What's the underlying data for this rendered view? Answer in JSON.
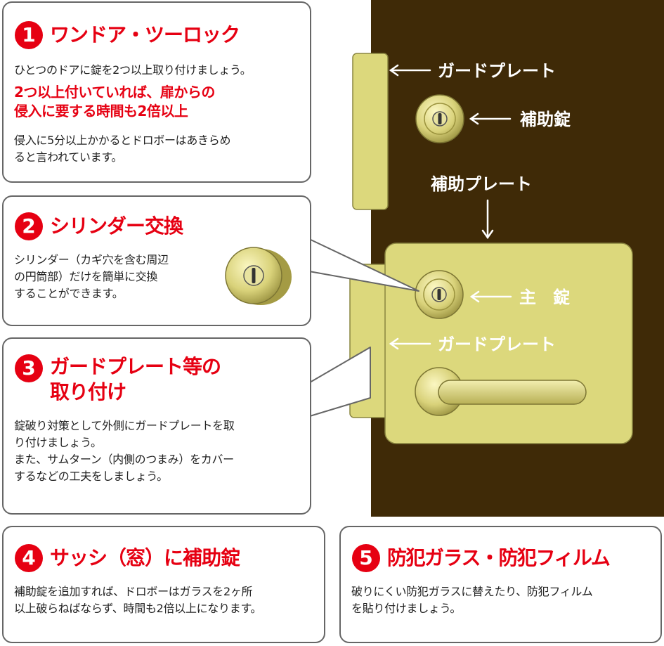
{
  "items": [
    {
      "number": "1",
      "title": "ワンドア・ツーロック",
      "lead": "ひとつのドアに錠を2つ以上取り付けましょう。",
      "highlight": [
        "2つ以上付いていれば、扉からの",
        "侵入に要する時間も2倍以上"
      ],
      "body": [
        "侵入に5分以上かかるとドロボーはあきらめ",
        "ると言われています。"
      ]
    },
    {
      "number": "2",
      "title": "シリンダー交換",
      "body": [
        "シリンダー（カギ穴を含む周辺",
        "の円筒部）だけを簡単に交換",
        "することができます。"
      ]
    },
    {
      "number": "3",
      "title": [
        "ガードプレート等の",
        "取り付け"
      ],
      "body": [
        "錠破り対策として外側にガードプレートを取",
        "り付けましょう。",
        "また、サムターン（内側のつまみ）をカバー",
        "するなどの工夫をしましょう。"
      ]
    },
    {
      "number": "4",
      "title": "サッシ（窓）に補助錠",
      "body": [
        "補助錠を追加すれば、ドロボーはガラスを2ヶ所",
        "以上破らねばならず、時間も2倍以上になります。"
      ]
    },
    {
      "number": "5",
      "title": "防犯ガラス・防犯フィルム",
      "body": [
        "破りにくい防犯ガラスに替えたり、防犯フィルム",
        "を貼り付けましょう。"
      ]
    }
  ],
  "door_labels": {
    "guard_plate_top": "ガードプレート",
    "aux_lock": "補助錠",
    "aux_plate": "補助プレート",
    "main_lock": "主　錠",
    "guard_plate_bottom": "ガードプレート"
  },
  "colors": {
    "accent_red": "#e60012",
    "door_brown": "#3f2a07",
    "brass": "#dcd87c"
  }
}
